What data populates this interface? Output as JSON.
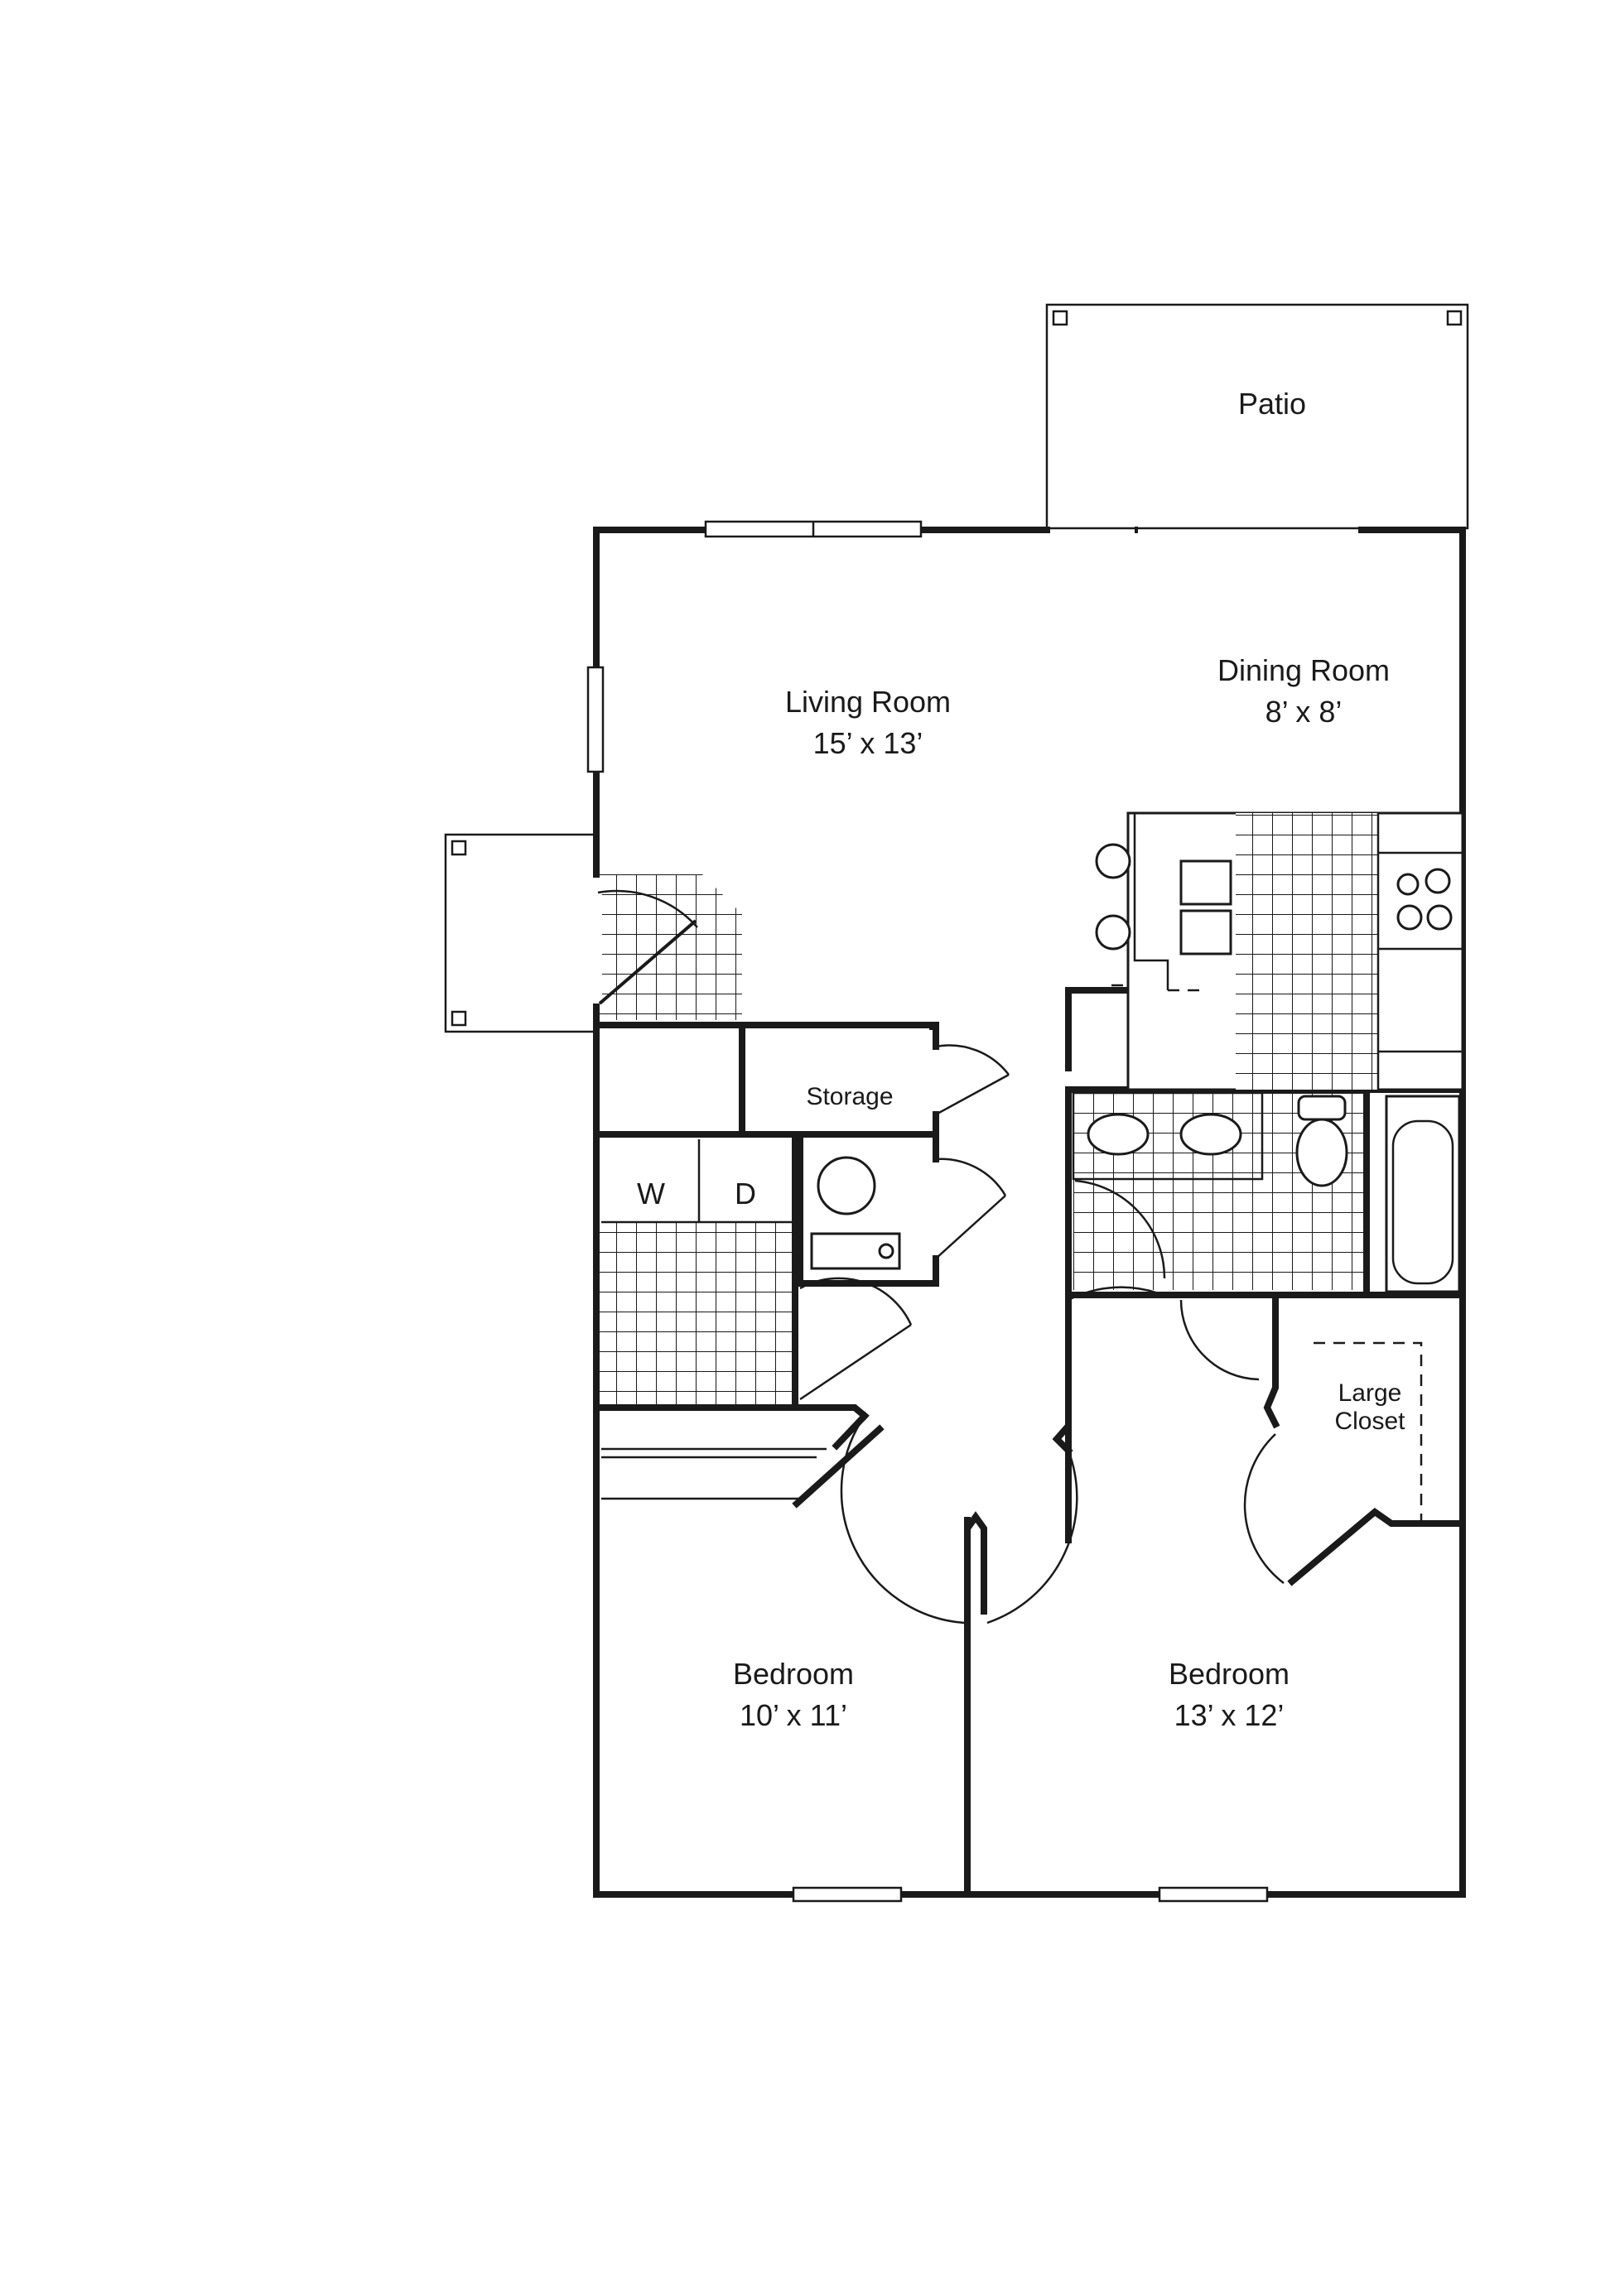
{
  "rooms": {
    "patio": {
      "name": "Patio"
    },
    "living_room": {
      "name": "Living Room",
      "size": "15’ x 13’"
    },
    "dining_room": {
      "name": "Dining Room",
      "size": "8’ x 8’"
    },
    "storage": {
      "name": "Storage"
    },
    "washer": {
      "name": "W"
    },
    "dryer": {
      "name": "D"
    },
    "large_closet": {
      "name_line1": "Large",
      "name_line2": "Closet"
    },
    "bedroom_left": {
      "name": "Bedroom",
      "size": "10’ x 11’"
    },
    "bedroom_right": {
      "name": "Bedroom",
      "size": "13’ x 12’"
    }
  }
}
